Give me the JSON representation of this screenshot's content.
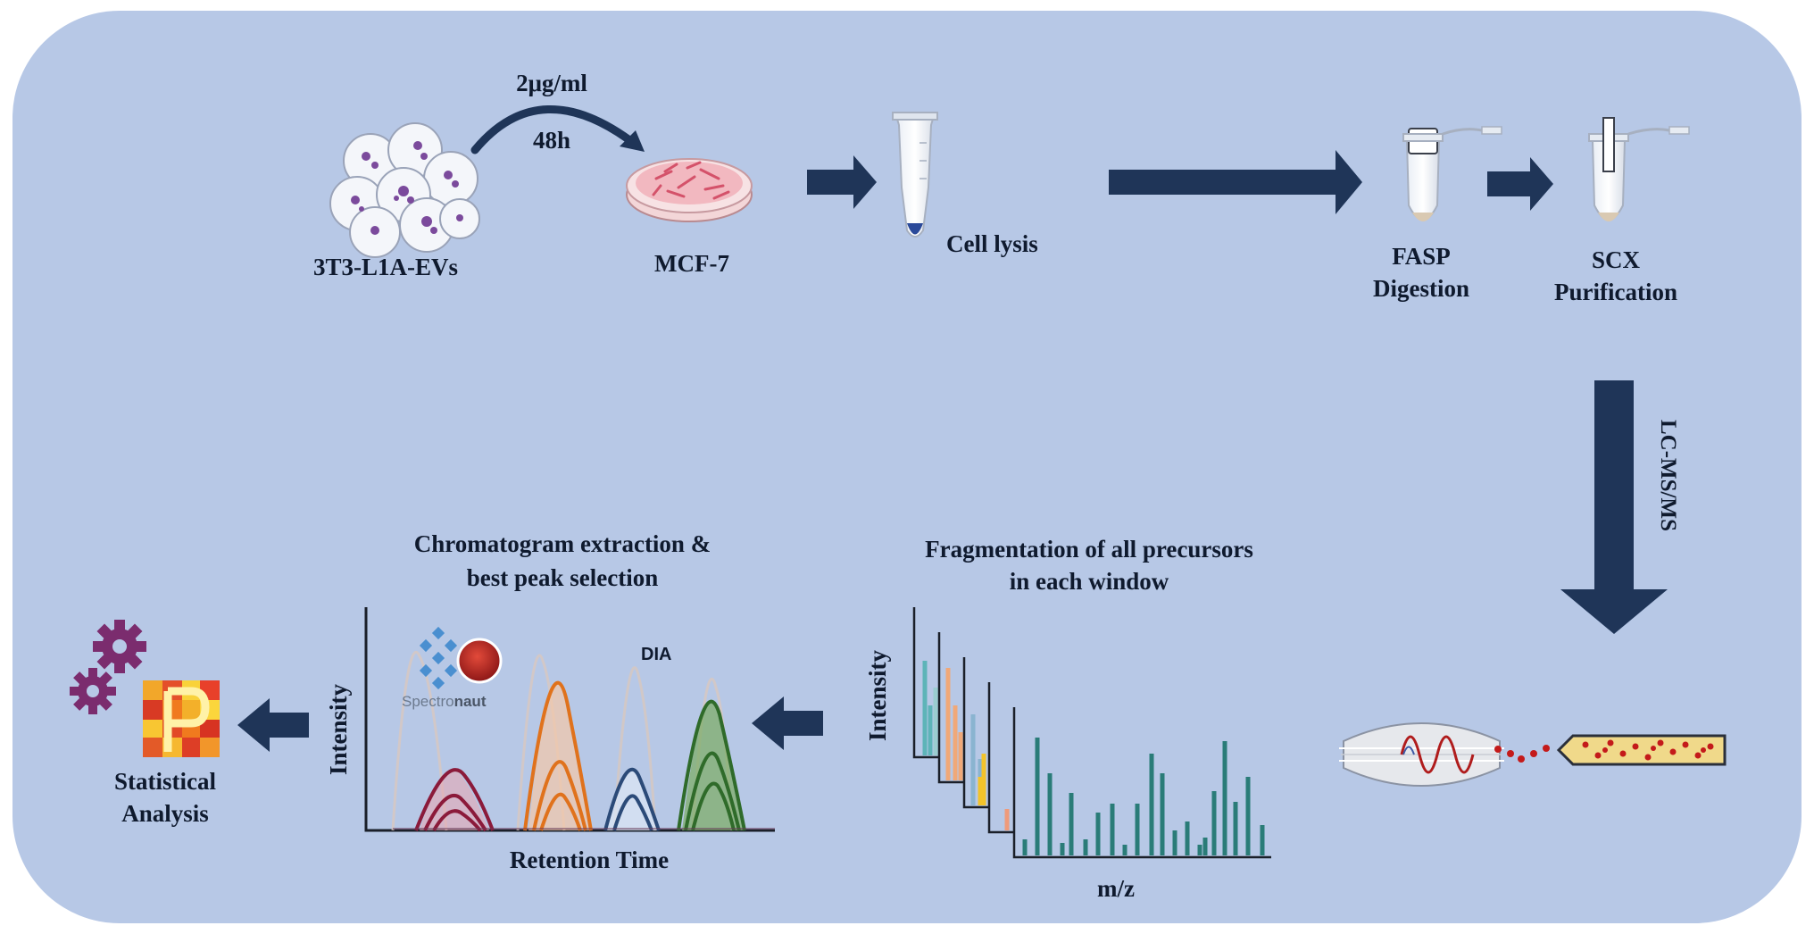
{
  "labels": {
    "evs": "3T3-L1A-EVs",
    "dose": "2μg/ml",
    "time": "48h",
    "mcf7": "MCF-7",
    "lysis": "Cell lysis",
    "fasp_1": "FASP",
    "fasp_2": "Digestion",
    "scx_1": "SCX",
    "scx_2": "Purification",
    "lcms": "LC-MS/MS",
    "frag_1": "Fragmentation of all precursors",
    "frag_2": "in each window",
    "frag_y": "Intensity",
    "frag_x": "m/z",
    "chrom_1": "Chromatogram extraction &",
    "chrom_2": "best peak selection",
    "chrom_y": "Intensity",
    "chrom_x": "Retention Time",
    "dia": "DIA",
    "spectronaut_a": "Spectro",
    "spectronaut_b": "naut",
    "stats_1": "Statistical",
    "stats_2": "Analysis"
  },
  "colors": {
    "background": "#b7c8e6",
    "arrow": "#1f3558",
    "text": "#0f1a2e",
    "gear": "#7b2c6e",
    "peak_maroon": "#8b1a3a",
    "peak_orange": "#e0721c",
    "peak_navy": "#2b4a78",
    "peak_green": "#2f6b2a",
    "spectrum_teal": "#2a7c78"
  },
  "icons": [
    "ev-cluster-icon",
    "petri-dish-icon",
    "tube-icon",
    "filter-tube-icon",
    "spectronaut-logo-icon",
    "gear-icon",
    "heatmap-icon"
  ]
}
